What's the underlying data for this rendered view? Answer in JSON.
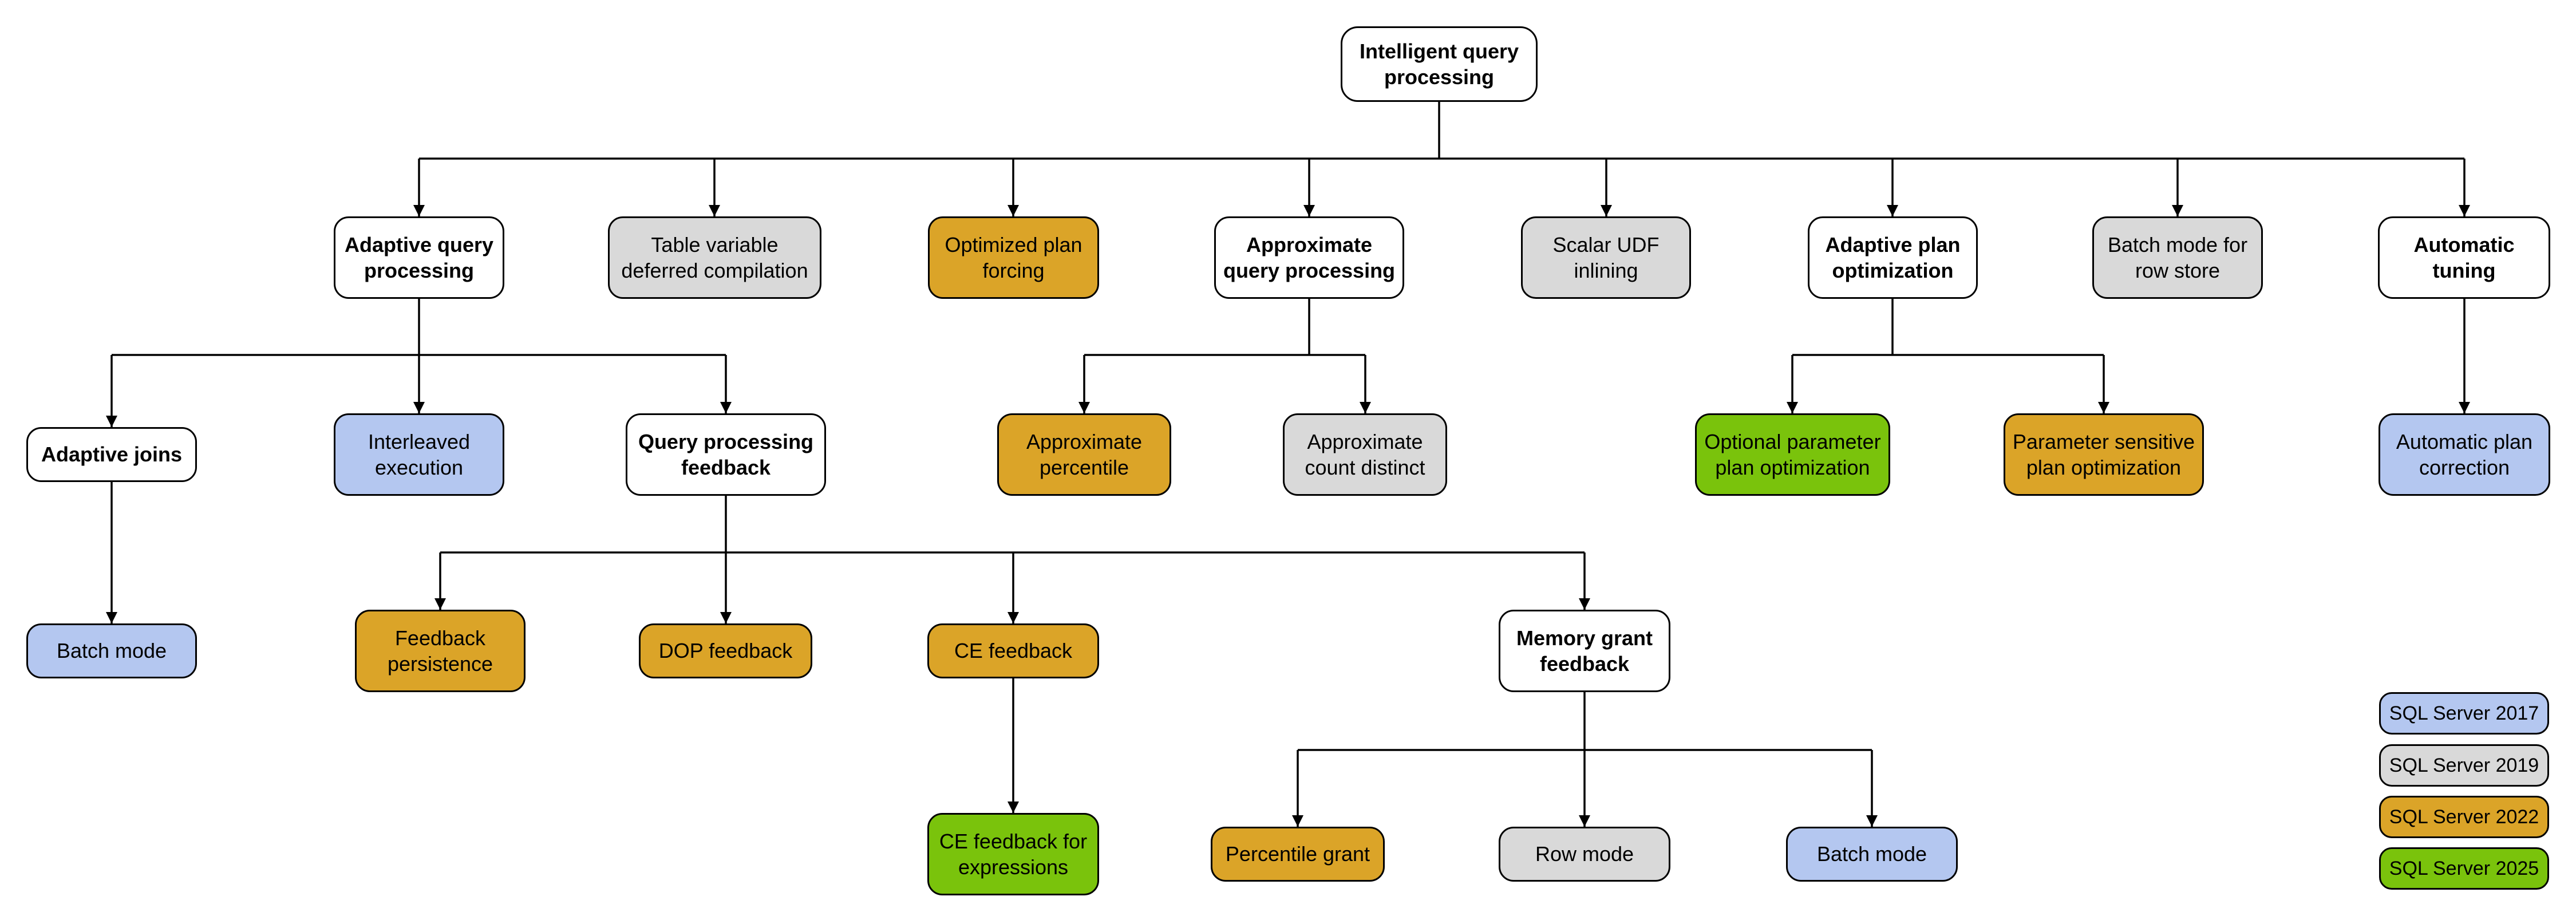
{
  "diagram_title": "Intelligent query processing",
  "palette": {
    "2017": "#B4C7F0",
    "2019": "#D9D9D9",
    "2022": "#DBA428",
    "2025": "#7AC30C",
    "uncolored": "#FFFFFF",
    "line": "#000000"
  },
  "nodes": [
    {
      "id": "intelligent-query-processing",
      "label": "Intelligent query processing",
      "version": null
    },
    {
      "id": "adaptive-query-processing",
      "label": "Adaptive query processing",
      "version": null
    },
    {
      "id": "table-variable-deferred-compilation",
      "label": "Table variable deferred compilation",
      "version": "2019"
    },
    {
      "id": "optimized-plan-forcing",
      "label": "Optimized plan forcing",
      "version": "2022"
    },
    {
      "id": "approximate-query-processing",
      "label": "Approximate query processing",
      "version": null
    },
    {
      "id": "scalar-udf-inlining",
      "label": "Scalar UDF inlining",
      "version": "2019"
    },
    {
      "id": "adaptive-plan-optimization",
      "label": "Adaptive plan optimization",
      "version": null
    },
    {
      "id": "batch-mode-for-row-store",
      "label": "Batch mode for row store",
      "version": "2019"
    },
    {
      "id": "automatic-tuning",
      "label": "Automatic tuning",
      "version": null
    },
    {
      "id": "adaptive-joins",
      "label": "Adaptive joins",
      "version": null
    },
    {
      "id": "interleaved-execution",
      "label": "Interleaved execution",
      "version": "2017"
    },
    {
      "id": "query-processing-feedback",
      "label": "Query processing feedback",
      "version": null
    },
    {
      "id": "approximate-percentile",
      "label": "Approximate percentile",
      "version": "2022"
    },
    {
      "id": "approximate-count-distinct",
      "label": "Approximate count distinct",
      "version": "2019"
    },
    {
      "id": "optional-parameter-plan-optimization",
      "label": "Optional parameter plan optimization",
      "version": "2025"
    },
    {
      "id": "parameter-sensitive-plan-optimization",
      "label": "Parameter sensitive plan optimization",
      "version": "2022"
    },
    {
      "id": "automatic-plan-correction",
      "label": "Automatic plan correction",
      "version": "2017"
    },
    {
      "id": "batch-mode-adaptive-joins",
      "label": "Batch mode",
      "version": "2017"
    },
    {
      "id": "feedback-persistence",
      "label": "Feedback persistence",
      "version": "2022"
    },
    {
      "id": "dop-feedback",
      "label": "DOP feedback",
      "version": "2022"
    },
    {
      "id": "ce-feedback",
      "label": "CE feedback",
      "version": "2022"
    },
    {
      "id": "memory-grant-feedback",
      "label": "Memory grant feedback",
      "version": null
    },
    {
      "id": "ce-feedback-for-expressions",
      "label": "CE feedback for expressions",
      "version": "2025"
    },
    {
      "id": "percentile-grant",
      "label": "Percentile grant",
      "version": "2022"
    },
    {
      "id": "row-mode",
      "label": "Row mode",
      "version": "2019"
    },
    {
      "id": "batch-mode-memory-grant",
      "label": "Batch mode",
      "version": "2017"
    }
  ],
  "edges": [
    [
      "intelligent-query-processing",
      "adaptive-query-processing"
    ],
    [
      "intelligent-query-processing",
      "table-variable-deferred-compilation"
    ],
    [
      "intelligent-query-processing",
      "optimized-plan-forcing"
    ],
    [
      "intelligent-query-processing",
      "approximate-query-processing"
    ],
    [
      "intelligent-query-processing",
      "scalar-udf-inlining"
    ],
    [
      "intelligent-query-processing",
      "adaptive-plan-optimization"
    ],
    [
      "intelligent-query-processing",
      "batch-mode-for-row-store"
    ],
    [
      "intelligent-query-processing",
      "automatic-tuning"
    ],
    [
      "adaptive-query-processing",
      "adaptive-joins"
    ],
    [
      "adaptive-query-processing",
      "interleaved-execution"
    ],
    [
      "adaptive-query-processing",
      "query-processing-feedback"
    ],
    [
      "approximate-query-processing",
      "approximate-percentile"
    ],
    [
      "approximate-query-processing",
      "approximate-count-distinct"
    ],
    [
      "adaptive-plan-optimization",
      "optional-parameter-plan-optimization"
    ],
    [
      "adaptive-plan-optimization",
      "parameter-sensitive-plan-optimization"
    ],
    [
      "automatic-tuning",
      "automatic-plan-correction"
    ],
    [
      "adaptive-joins",
      "batch-mode-adaptive-joins"
    ],
    [
      "query-processing-feedback",
      "feedback-persistence"
    ],
    [
      "query-processing-feedback",
      "dop-feedback"
    ],
    [
      "query-processing-feedback",
      "ce-feedback"
    ],
    [
      "query-processing-feedback",
      "memory-grant-feedback"
    ],
    [
      "ce-feedback",
      "ce-feedback-for-expressions"
    ],
    [
      "memory-grant-feedback",
      "percentile-grant"
    ],
    [
      "memory-grant-feedback",
      "row-mode"
    ],
    [
      "memory-grant-feedback",
      "batch-mode-memory-grant"
    ]
  ],
  "legend": [
    {
      "label": "SQL Server 2017",
      "version": "2017"
    },
    {
      "label": "SQL Server 2019",
      "version": "2019"
    },
    {
      "label": "SQL Server 2022",
      "version": "2022"
    },
    {
      "label": "SQL Server 2025",
      "version": "2025"
    }
  ]
}
